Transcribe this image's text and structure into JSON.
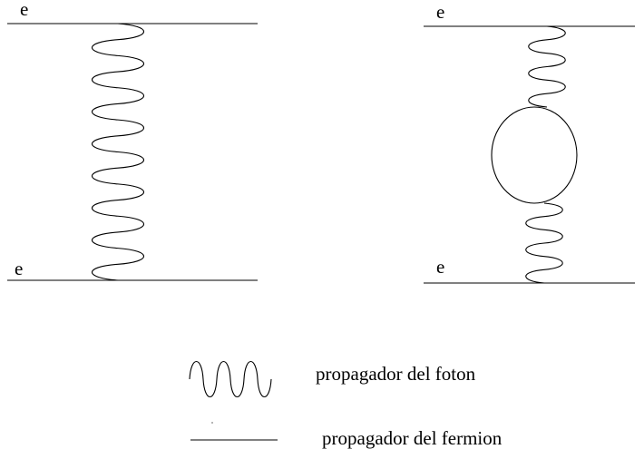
{
  "diagrams": [
    {
      "name": "tree-level-exchange",
      "top_label": "e",
      "bottom_label": "e",
      "photon_loops_upper": 8,
      "has_fermion_loop": false
    },
    {
      "name": "vacuum-polarization",
      "top_label": "e",
      "bottom_label": "e",
      "photon_loops_upper": 3,
      "photon_loops_lower": 3,
      "has_fermion_loop": true
    }
  ],
  "legend": {
    "photon_label": "propagador del foton",
    "fermion_label": "propagador del fermion",
    "photon_wave_periods": 3
  },
  "colors": {
    "line": "#000000",
    "background": "#ffffff"
  }
}
